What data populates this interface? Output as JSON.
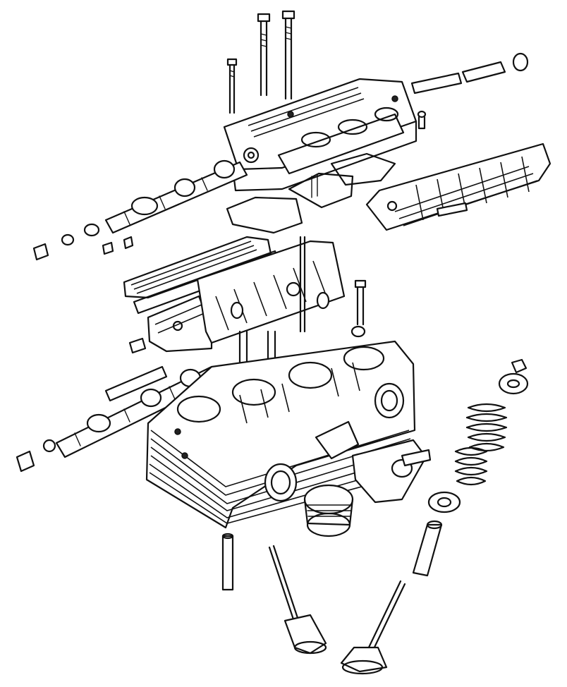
{
  "diagram": {
    "ink_color": "#111111",
    "paper_color": "#ffffff",
    "parts": [
      {
        "id": "head-bolts-long",
        "icon": "bolt-icon"
      },
      {
        "id": "valve-cover-rear",
        "icon": "finned-cover-icon"
      },
      {
        "id": "camshaft-rear",
        "icon": "shaft-icon"
      },
      {
        "id": "valve-cover-gaskets",
        "icon": "gasket-icon"
      },
      {
        "id": "cam-drive-shaft",
        "icon": "shaft-icon"
      },
      {
        "id": "side-cover-finned",
        "icon": "finned-cover-icon"
      },
      {
        "id": "valve-cover-front",
        "icon": "finned-cover-icon"
      },
      {
        "id": "studs-and-bolt",
        "icon": "bolt-icon"
      },
      {
        "id": "camshaft-front",
        "icon": "shaft-icon"
      },
      {
        "id": "cylinder-head",
        "icon": "cylinder-head-icon"
      },
      {
        "id": "intake-manifold",
        "icon": "manifold-icon"
      },
      {
        "id": "threaded-adapter",
        "icon": "adapter-icon"
      },
      {
        "id": "valve-keepers-retainer",
        "icon": "retainer-icon"
      },
      {
        "id": "valve-springs",
        "icon": "spring-icon"
      },
      {
        "id": "spring-seat",
        "icon": "washer-icon"
      },
      {
        "id": "valve-guide",
        "icon": "guide-icon"
      },
      {
        "id": "dowel-pin",
        "icon": "pin-icon"
      },
      {
        "id": "valve-intake",
        "icon": "valve-icon"
      },
      {
        "id": "valve-exhaust",
        "icon": "valve-icon"
      }
    ]
  }
}
